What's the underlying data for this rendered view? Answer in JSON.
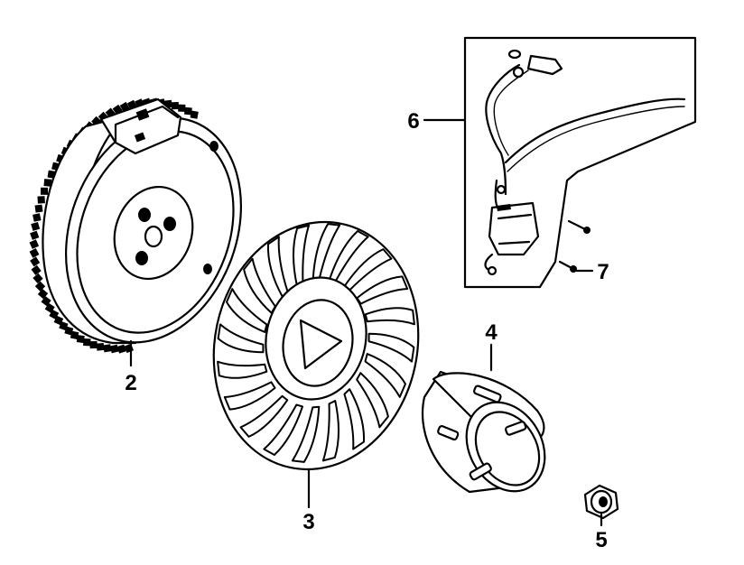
{
  "diagram": {
    "parts": [
      {
        "id": "flywheel",
        "number": "2"
      },
      {
        "id": "cooling-fan",
        "number": "3"
      },
      {
        "id": "starter-pulley",
        "number": "4"
      },
      {
        "id": "flange-nut",
        "number": "5"
      },
      {
        "id": "ignition-coil",
        "number": "6"
      },
      {
        "id": "bolt",
        "number": "7"
      }
    ],
    "colors": {
      "line": "#000000",
      "background": "#ffffff"
    }
  }
}
